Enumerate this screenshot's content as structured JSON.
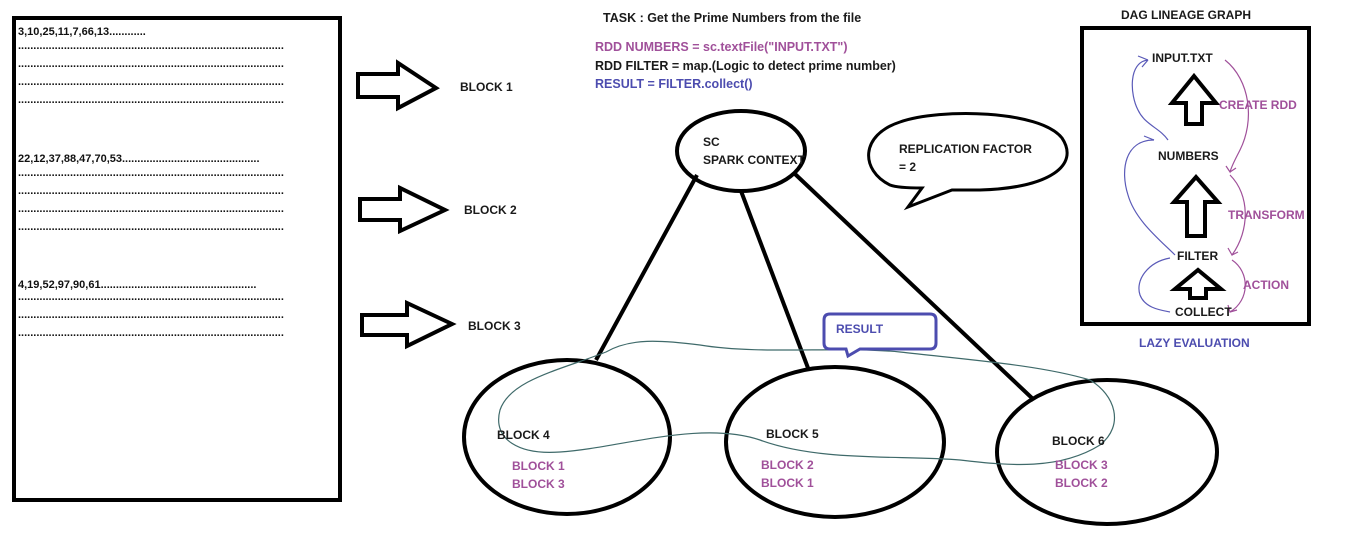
{
  "file": {
    "lines": [
      "3,10,25,11,7,66,13............",
      "22,12,37,88,47,70,53.............................................",
      "4,19,52,97,90,61..................................................."
    ]
  },
  "blocks": {
    "block1": "BLOCK 1",
    "block2": "BLOCK 2",
    "block3": "BLOCK 3"
  },
  "task": {
    "title": "TASK : Get the Prime Numbers from the file",
    "rdd_numbers": "RDD NUMBERS = sc.textFile(\"INPUT.TXT\")",
    "rdd_filter": "RDD FILTER = map.(Logic to detect prime number)",
    "result": "RESULT = FILTER.collect()"
  },
  "spark_context": {
    "line1": "SC",
    "line2": "SPARK CONTEXT"
  },
  "replication": {
    "line1": "REPLICATION FACTOR",
    "line2": "= 2"
  },
  "result_callout": "RESULT",
  "nodes": [
    {
      "name": "BLOCK 4",
      "replicas": [
        "BLOCK 1",
        "BLOCK 3"
      ]
    },
    {
      "name": "BLOCK 5",
      "replicas": [
        "BLOCK 2",
        "BLOCK 1"
      ]
    },
    {
      "name": "BLOCK 6",
      "replicas": [
        "BLOCK 3",
        "BLOCK 2"
      ]
    }
  ],
  "dag": {
    "title": "DAG LINEAGE GRAPH",
    "input": "INPUT.TXT",
    "numbers": "NUMBERS",
    "filter": "FILTER",
    "collect": "COLLECT",
    "create_rdd": "CREATE RDD",
    "transform": "TRANSFORM",
    "action": "ACTION",
    "footer": "LAZY EVALUATION"
  },
  "colors": {
    "purple": "#a0509a",
    "blue": "#4c4caf",
    "scribble": "#3f6a6a",
    "dag_scribble": "#5a5ab8"
  }
}
